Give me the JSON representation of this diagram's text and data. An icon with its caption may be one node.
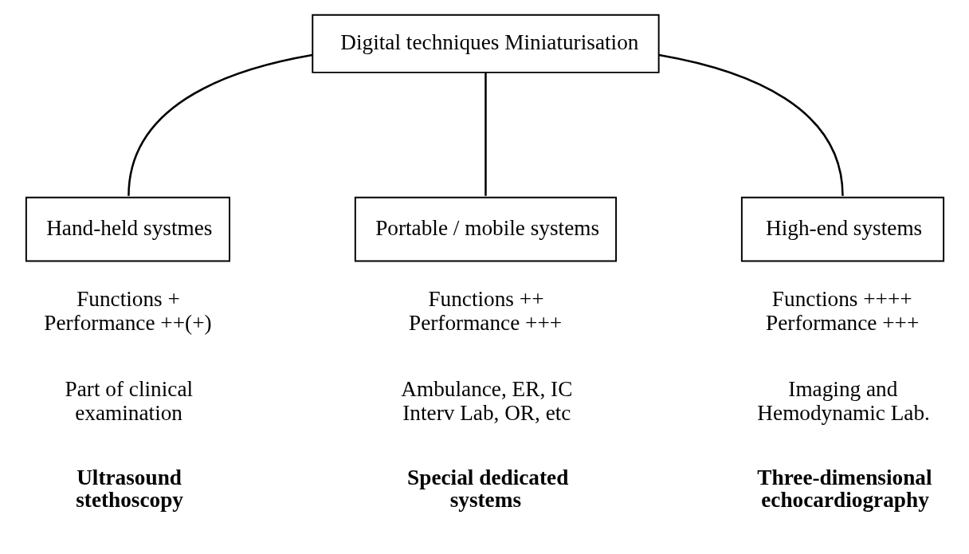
{
  "diagram": {
    "nodes": [
      {
        "text": [
          "Digital techniques Miniaturisation"
        ]
      },
      {
        "text": [
          "Hand-held systmes"
        ],
        "beside": [
          "Functions + Performance ++(+)",
          "Part of clinical examination",
          "Ultrasound stethoscopy"
        ]
      },
      {
        "text": [
          "Portable / mobile systems"
        ],
        "beside": [
          "Functions ++ Performance +++",
          "Ambulance, ER, IC Interv Lab, OR, etc",
          "Special dedicated systems"
        ]
      },
      {
        "text": [
          "High-end systems"
        ],
        "beside": [
          "Functions ++++ Performance +++",
          "Imaging and Hemodynamic Lab.",
          "Three-dimensional echocardiography"
        ]
      }
    ],
    "edges": [
      {
        "from": 0,
        "to": 1,
        "arrow": "none"
      },
      {
        "from": 0,
        "to": 2,
        "arrow": "none"
      },
      {
        "from": 0,
        "to": 3,
        "arrow": "none"
      }
    ]
  }
}
